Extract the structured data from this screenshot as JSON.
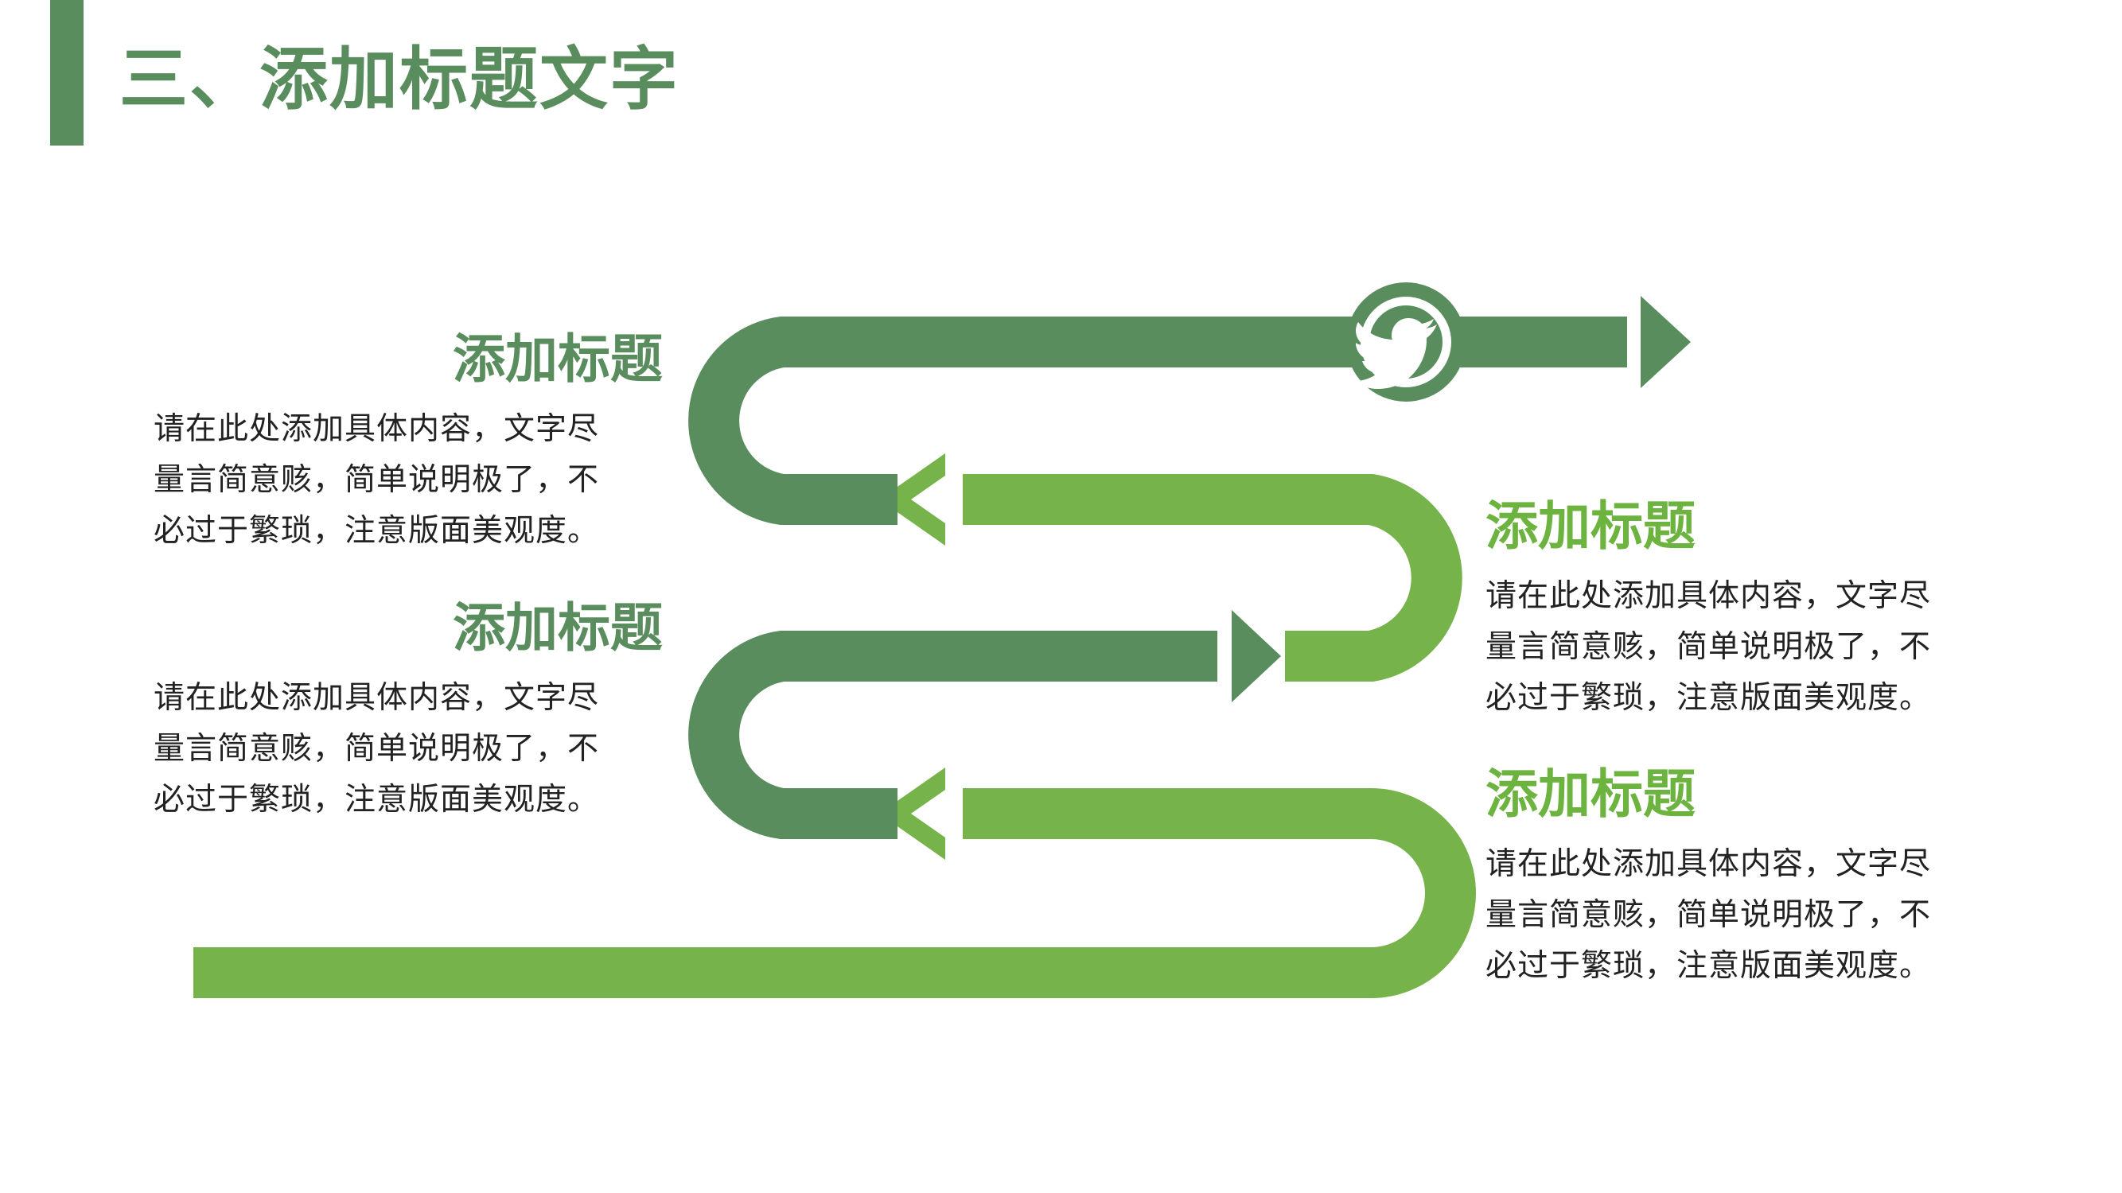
{
  "page_title": "三、添加标题文字",
  "colors": {
    "dark_green": "#5a8d5e",
    "light_green": "#76b34b",
    "title_green": "#6db33f"
  },
  "icon": "twitter-bird-icon",
  "blocks": [
    {
      "title": "添加标题",
      "body_lines": [
        "请在此处添加具体内容，文字尽",
        "量言简意赅，简单说明极了，不",
        "必过于繁琐，注意版面美观度。"
      ]
    },
    {
      "title": "添加标题",
      "body_lines": [
        "请在此处添加具体内容，文字尽",
        "量言简意赅，简单说明极了，不",
        "必过于繁琐，注意版面美观度。"
      ]
    },
    {
      "title": "添加标题",
      "body_lines": [
        "请在此处添加具体内容，文字尽",
        "量言简意赅，简单说明极了，不",
        "必过于繁琐，注意版面美观度。"
      ]
    },
    {
      "title": "添加标题",
      "body_lines": [
        "请在此处添加具体内容，文字尽",
        "量言简意赅，简单说明极了，不",
        "必过于繁琐，注意版面美观度。"
      ]
    }
  ]
}
